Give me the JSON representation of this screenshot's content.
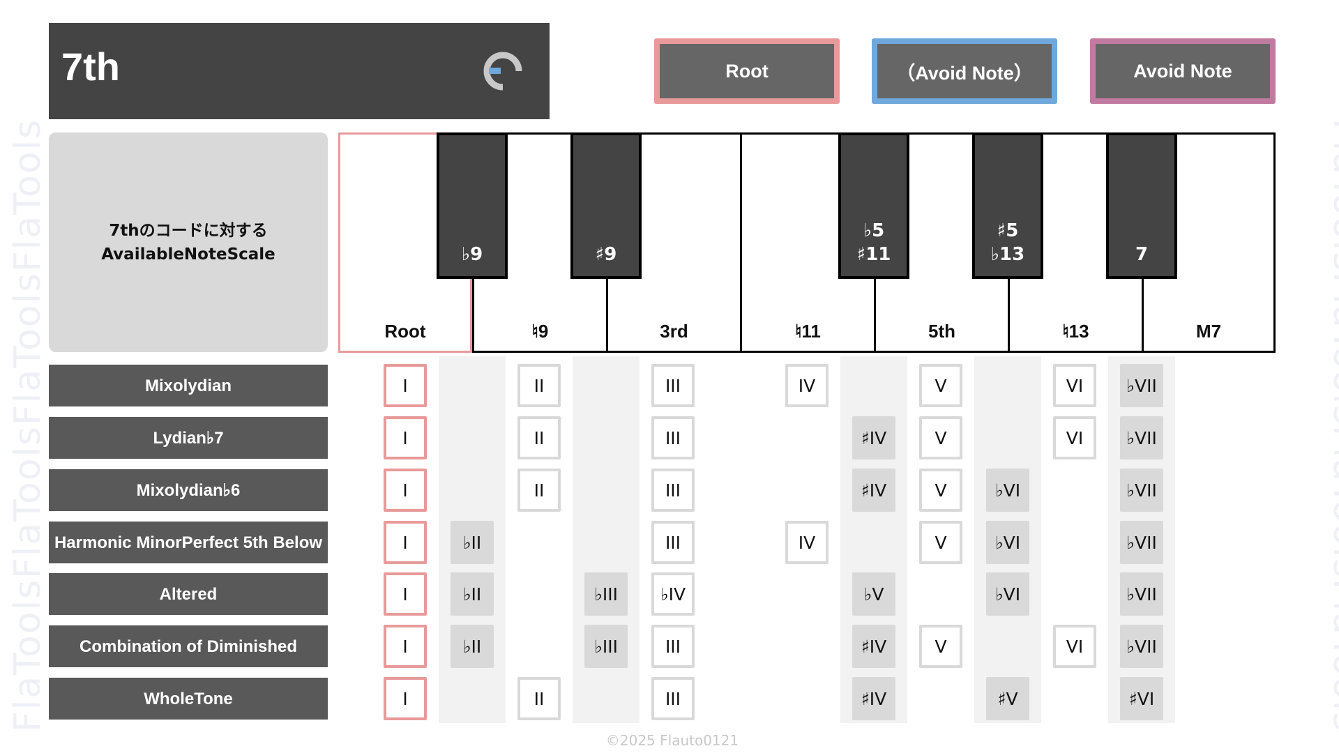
{
  "header": {
    "title": "7th",
    "logo": "flatools-logo-icon"
  },
  "legend": [
    {
      "label": "Root",
      "color": "#e89a9a"
    },
    {
      "label": "（Avoid Note）",
      "color": "#6fa8dc"
    },
    {
      "label": "Avoid Note",
      "color": "#c27ba0"
    }
  ],
  "panel": {
    "line1": "7thのコードに対する",
    "line2": "AvailableNoteScale"
  },
  "white_keys": [
    "Root",
    "♮9",
    "3rd",
    "♮11",
    "5th",
    "♮13",
    "M7"
  ],
  "black_keys": [
    [
      "♭9"
    ],
    [
      "♯9"
    ],
    [
      "♭5",
      "♯11"
    ],
    [
      "♯5",
      "♭13"
    ],
    [
      "7"
    ]
  ],
  "scales": [
    {
      "name": "Mixolydian",
      "cells": [
        [
          "I",
          "root"
        ],
        null,
        [
          "II",
          "white"
        ],
        null,
        [
          "III",
          "white"
        ],
        [
          "IV",
          "white"
        ],
        null,
        [
          "V",
          "white"
        ],
        null,
        [
          "VI",
          "white"
        ],
        [
          "♭VII",
          "gray"
        ],
        null
      ]
    },
    {
      "name": "Lydian♭7",
      "cells": [
        [
          "I",
          "root"
        ],
        null,
        [
          "II",
          "white"
        ],
        null,
        [
          "III",
          "white"
        ],
        null,
        [
          "♯IV",
          "gray"
        ],
        [
          "V",
          "white"
        ],
        null,
        [
          "VI",
          "white"
        ],
        [
          "♭VII",
          "gray"
        ],
        null
      ]
    },
    {
      "name": "Mixolydian♭6",
      "cells": [
        [
          "I",
          "root"
        ],
        null,
        [
          "II",
          "white"
        ],
        null,
        [
          "III",
          "white"
        ],
        null,
        [
          "♯IV",
          "gray"
        ],
        [
          "V",
          "white"
        ],
        [
          "♭VI",
          "gray"
        ],
        null,
        [
          "♭VII",
          "gray"
        ],
        null
      ]
    },
    {
      "name": "Harmonic Minor\nPerfect 5th Below",
      "cells": [
        [
          "I",
          "root"
        ],
        [
          "♭II",
          "gray"
        ],
        null,
        null,
        [
          "III",
          "white"
        ],
        [
          "IV",
          "white"
        ],
        null,
        [
          "V",
          "white"
        ],
        [
          "♭VI",
          "gray"
        ],
        null,
        [
          "♭VII",
          "gray"
        ],
        null
      ]
    },
    {
      "name": "Altered",
      "cells": [
        [
          "I",
          "root"
        ],
        [
          "♭II",
          "gray"
        ],
        null,
        [
          "♭III",
          "gray"
        ],
        [
          "♭IV",
          "white"
        ],
        null,
        [
          "♭V",
          "gray"
        ],
        null,
        [
          "♭VI",
          "gray"
        ],
        null,
        [
          "♭VII",
          "gray"
        ],
        null
      ]
    },
    {
      "name": "Combination of Diminished",
      "cells": [
        [
          "I",
          "root"
        ],
        [
          "♭II",
          "gray"
        ],
        null,
        [
          "♭III",
          "gray"
        ],
        [
          "III",
          "white"
        ],
        null,
        [
          "♯IV",
          "gray"
        ],
        [
          "V",
          "white"
        ],
        null,
        [
          "VI",
          "white"
        ],
        [
          "♭VII",
          "gray"
        ],
        null
      ]
    },
    {
      "name": "WholeTone",
      "cells": [
        [
          "I",
          "root"
        ],
        null,
        [
          "II",
          "white"
        ],
        null,
        [
          "III",
          "white"
        ],
        null,
        [
          "♯IV",
          "gray"
        ],
        null,
        [
          "♯V",
          "gray"
        ],
        null,
        [
          "♯VI",
          "gray"
        ],
        null
      ]
    }
  ],
  "watermark": "FlaTools",
  "footer": "©2025 Flauto0121"
}
